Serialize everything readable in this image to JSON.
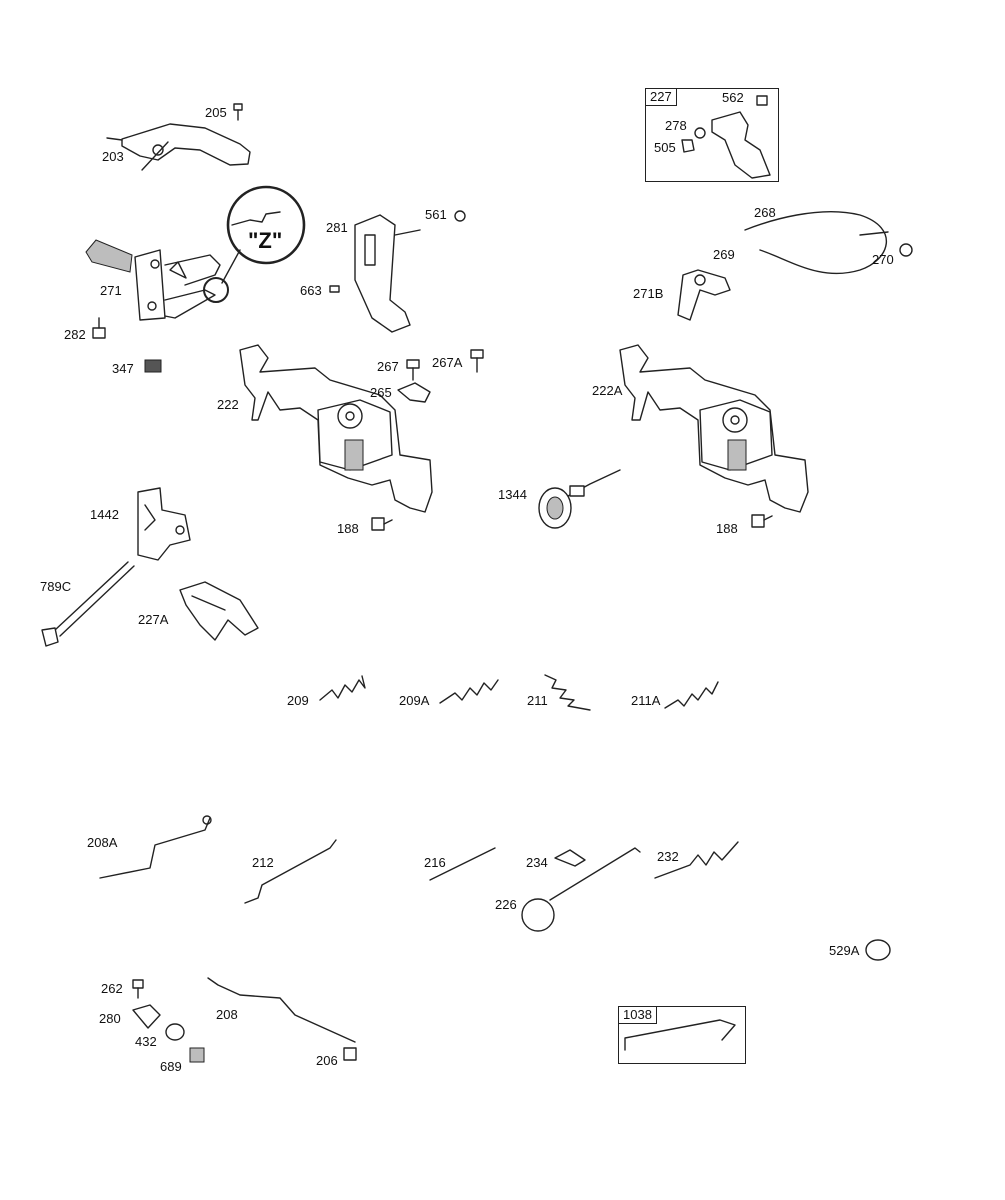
{
  "labels": {
    "p205": "205",
    "p203": "203",
    "p271": "271",
    "p282": "282",
    "p347": "347",
    "p281": "281",
    "p561": "561",
    "p663": "663",
    "p267": "267",
    "p267A": "267A",
    "p265": "265",
    "p222": "222",
    "p188a": "188",
    "p188b": "188",
    "p222A": "222A",
    "p1344": "1344",
    "p271B": "271B",
    "p268": "268",
    "p269": "269",
    "p270": "270",
    "p562": "562",
    "p278": "278",
    "p505": "505",
    "p1442": "1442",
    "p789C": "789C",
    "p227A": "227A",
    "p209": "209",
    "p209A": "209A",
    "p211": "211",
    "p211A": "211A",
    "p208A": "208A",
    "p212": "212",
    "p216": "216",
    "p234": "234",
    "p232": "232",
    "p226": "226",
    "p529A": "529A",
    "p262": "262",
    "p280": "280",
    "p432": "432",
    "p689": "689",
    "p208": "208",
    "p206": "206"
  },
  "boxes": {
    "b227": "227",
    "b1038": "1038"
  },
  "detail": {
    "z": "\"Z\""
  }
}
